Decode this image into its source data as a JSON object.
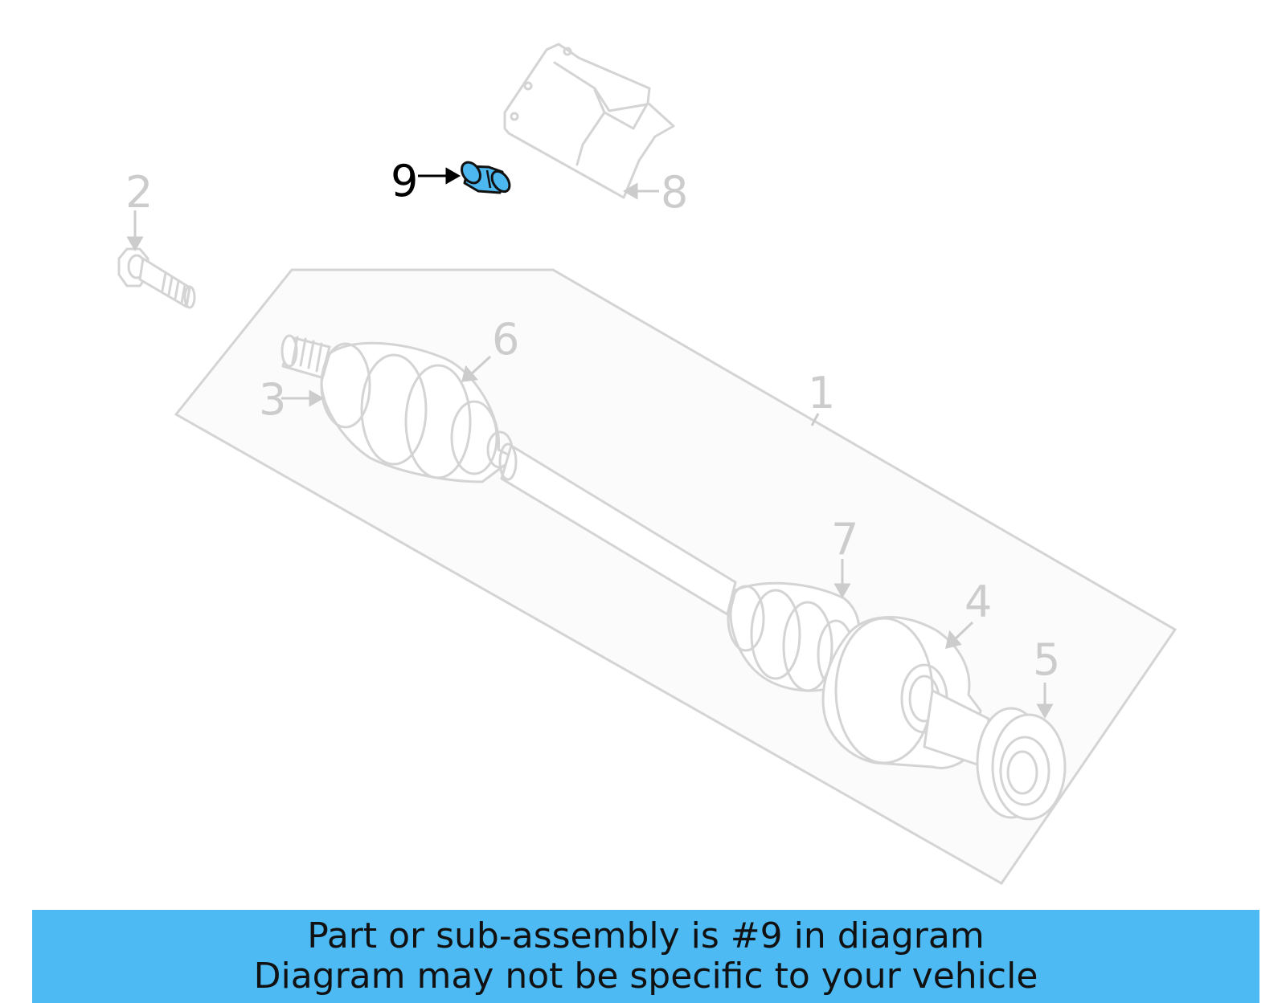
{
  "diagram": {
    "callouts": [
      {
        "id": "1",
        "label": "1",
        "highlighted": false
      },
      {
        "id": "2",
        "label": "2",
        "highlighted": false
      },
      {
        "id": "3",
        "label": "3",
        "highlighted": false
      },
      {
        "id": "4",
        "label": "4",
        "highlighted": false
      },
      {
        "id": "5",
        "label": "5",
        "highlighted": false
      },
      {
        "id": "6",
        "label": "6",
        "highlighted": false
      },
      {
        "id": "7",
        "label": "7",
        "highlighted": false
      },
      {
        "id": "8",
        "label": "8",
        "highlighted": false
      },
      {
        "id": "9",
        "label": "9",
        "highlighted": true
      }
    ],
    "highlight_color": "#4db8f0",
    "ghost_color": "#d4d4d4"
  },
  "banner": {
    "line1": "Part or sub-assembly is #9 in diagram",
    "line2": "Diagram may not be specific to your vehicle",
    "background": "#4dbaf3"
  }
}
